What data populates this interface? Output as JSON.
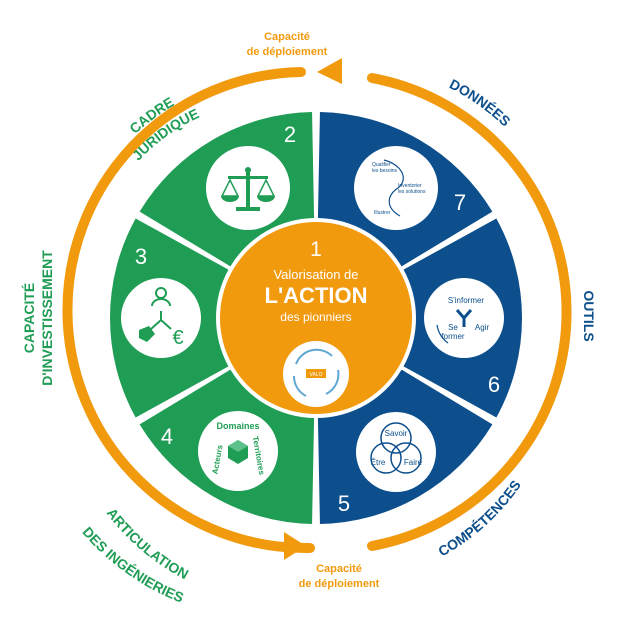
{
  "colors": {
    "green": "#1f9d55",
    "blue": "#0c4f8c",
    "orange": "#f29a0e",
    "white": "#ffffff"
  },
  "center": {
    "number": "1",
    "line1": "Valorisation de",
    "line2": "L'ACTION",
    "line3": "des pionniers",
    "badge": "VALO"
  },
  "top_caption": {
    "line1": "Capacité",
    "line2": "de déploiement"
  },
  "bottom_caption": {
    "line1": "Capacité",
    "line2": "de déploiement"
  },
  "outer_labels": {
    "cadre": [
      "CADRE",
      "JURIDIQUE"
    ],
    "donnees": "DONNÉES",
    "outils": "OUTILS",
    "competences": "COMPÉTENCES",
    "capacite": [
      "CAPACITÉ",
      "D'INVESTISSEMENT"
    ],
    "articulation": [
      "ARTICULATION",
      "DES INGÉNIERIES"
    ]
  },
  "segments": [
    {
      "number": "2",
      "icon": "scales-icon"
    },
    {
      "number": "3",
      "icon": "investment-icon",
      "symbol": "€"
    },
    {
      "number": "4",
      "icon": "domains-cube-icon",
      "labels": [
        "Domaines",
        "Territoires",
        "Acteurs"
      ]
    },
    {
      "number": "5",
      "icon": "venn-icon",
      "labels": [
        "Savoir",
        "Être",
        "Faire"
      ]
    },
    {
      "number": "6",
      "icon": "triangle-icon",
      "labels": [
        "S'informer",
        "Agir",
        "Se",
        "former"
      ]
    },
    {
      "number": "7",
      "icon": "cycle-icon",
      "labels": [
        "Qualifier",
        "les besoins",
        "Inventorier",
        "les solutions",
        "Illustrer"
      ]
    }
  ]
}
